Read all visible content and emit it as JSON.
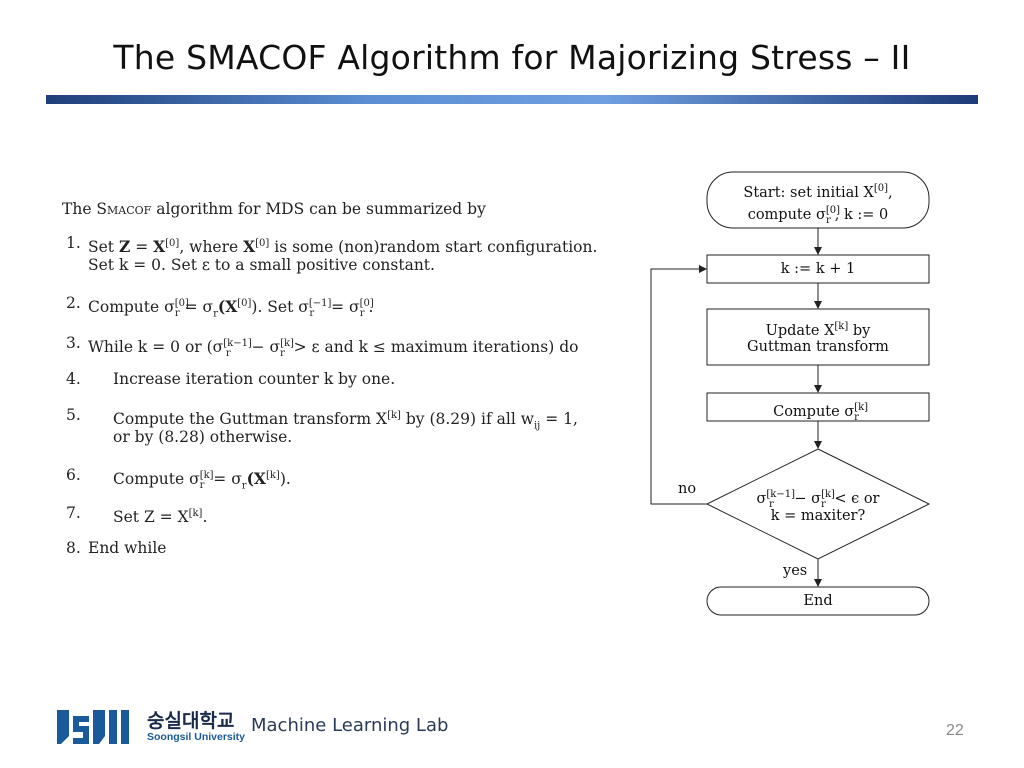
{
  "title": "The SMACOF Algorithm for Majorizing Stress – II",
  "algorithm": {
    "intro_prefix": "The ",
    "intro_name": "Smacof",
    "intro_suffix": " algorithm for MDS can be summarized by",
    "steps": [
      {
        "num": "1.",
        "l1a": "Set ",
        "l1b": "Z",
        "l1c": " = ",
        "l1d": "X",
        "l1e": "[0]",
        "l1f": ", where ",
        "l1g": "X",
        "l1h": "[0]",
        "l1i": " is some (non)random start configuration.",
        "l2": "Set k = 0. Set ε to a small positive constant."
      },
      {
        "num": "2.",
        "a": "Compute σ",
        "b": "[0]",
        "c": "r",
        "d": " = σ",
        "e": "r",
        "f": "(X",
        "g": "[0]",
        "h": "). Set σ",
        "i": "[−1]",
        "j": "r",
        "k": " = σ",
        "l": "[0]",
        "m": "r",
        "n": "."
      },
      {
        "num": "3.",
        "a": "While k = 0 or (σ",
        "b": "[k−1]",
        "c": "r",
        "d": " − σ",
        "e": "[k]",
        "f": "r",
        "g": " > ε and k ≤ maximum iterations) do"
      },
      {
        "num": "4.",
        "a": "Increase iteration counter k by one."
      },
      {
        "num": "5.",
        "a": "Compute the Guttman transform X",
        "b": "[k]",
        "c": " by (8.29) if all w",
        "d": "ij",
        "e": " = 1,",
        "l2": "or by (8.28) otherwise."
      },
      {
        "num": "6.",
        "a": "Compute σ",
        "b": "[k]",
        "c": "r",
        "d": " = σ",
        "e": "r",
        "f": "(X",
        "g": "[k]",
        "h": ")."
      },
      {
        "num": "7.",
        "a": "Set Z = X",
        "b": "[k]",
        "c": "."
      },
      {
        "num": "8.",
        "a": "End while"
      }
    ]
  },
  "flowchart": {
    "start_l1a": "Start: set initial X",
    "start_l1b": "[0]",
    "start_l1c": ",",
    "start_l2a": "compute σ",
    "start_l2b": "[0]",
    "start_l2c": "r",
    "start_l2d": ", k := 0",
    "increment": "k := k + 1",
    "update_l1a": "Update X",
    "update_l1b": "[k]",
    "update_l1c": " by",
    "update_l2": "Guttman transform",
    "compute_a": "Compute σ",
    "compute_b": "[k]",
    "compute_c": "r",
    "decision_l1a": "σ",
    "decision_l1b": "[k−1]",
    "decision_l1c": "r",
    "decision_l1d": " − σ",
    "decision_l1e": "[k]",
    "decision_l1f": "r",
    "decision_l1g": " < ϵ or",
    "decision_l2": "k = maxiter?",
    "no_label": "no",
    "yes_label": "yes",
    "end_label": "End"
  },
  "footer": {
    "university_kr": "숭실대학교",
    "university_en": "Soongsil University",
    "lab_name": "Machine Learning Lab",
    "page_number": "22"
  },
  "colors": {
    "title_bar_dark": "#1f3f7a",
    "title_bar_light": "#6f9fe0",
    "logo_blue": "#1b5a9a"
  }
}
